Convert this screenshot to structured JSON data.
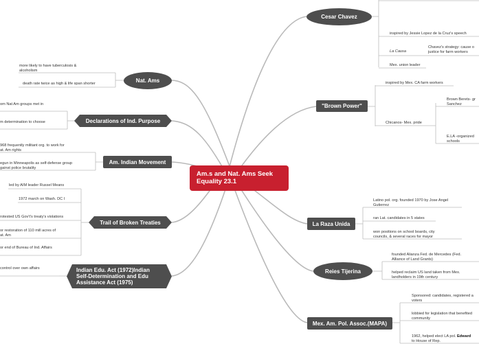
{
  "central": {
    "title_line1": "Am.s and Nat. Ams Seek",
    "title_line2": "Equality 23.1"
  },
  "right": {
    "cesar_chavez": {
      "label": "Cesar Chavez",
      "leaves": [
        "inspired by Jessie Lopez de la Cruz's speech",
        "Chavez's strategy: cause o",
        "justice for farm workers",
        "La Causa",
        "Mex. union leader"
      ]
    },
    "brown_power": {
      "label": "\"Brown Power\"",
      "leaves": [
        "inspired by Mex. CA farm workers",
        "Chicanos- Mex. pride"
      ],
      "sub": [
        "Brown Berets- gr",
        "Sanchez",
        "E.LA -organized",
        "schools"
      ]
    },
    "la_raza": {
      "label": "La Raza Unida",
      "leaves": [
        "Latino pol. org. founded 1970 by Jose Angel",
        "Gutierrez",
        "ran Lat. candidates in 5 states",
        "won positions on school boards, city",
        "councils, & several races for mayor"
      ]
    },
    "reies": {
      "label": "Reies Tijerina",
      "leaves": [
        "founded Alianza Fed. de Mercedes (Fed.",
        "Alliance of Land Grants)",
        "helped reclaim US land taken from Mex.",
        "landholders in 19th century"
      ]
    },
    "mapa": {
      "label": "Mex. Am. Pol. Assoc.(MAPA)",
      "leaves": [
        "Sponsored: candidates, registered a",
        "voters",
        "lobbied for legislation that benefited",
        "community",
        "1962, helped elect LA pol.",
        "Edward",
        "to House of Rep."
      ]
    }
  },
  "left": {
    "nat_ams": {
      "label": "Nat. Ams",
      "leaves": [
        "more likely to have tuberculosis &",
        "alcoholism",
        "death rate twice as high & life span shorter"
      ]
    },
    "declarations": {
      "label": "Declarations of Ind. Purpose",
      "leaves": [
        "om Nat Am groups met in",
        "m determination to choose"
      ]
    },
    "aim": {
      "label": "Am. Indian Movement",
      "leaves": [
        "968 frequently militant org. to work for",
        "at. Am rights",
        "egun in Minneapolis as self-defense group",
        "gainst police brutality"
      ]
    },
    "trail": {
      "label": "Trail of Broken Treaties",
      "leaves": [
        "led by AIM leader Russel Means",
        "1972 march on Wash. DC I",
        "rotested US Gov't's treaty's violations",
        "or restoration of 110 mill acres of",
        "at. Am",
        "or end of Bureau of Ind. Affairs"
      ]
    },
    "edu_act": {
      "label_line1": "Indian Edu. Act (1972)Indian",
      "label_line2": "Self-Determination and Edu",
      "label_line3": "Assistance Act (1975)",
      "leaves": [
        "control over own affairs"
      ]
    }
  }
}
